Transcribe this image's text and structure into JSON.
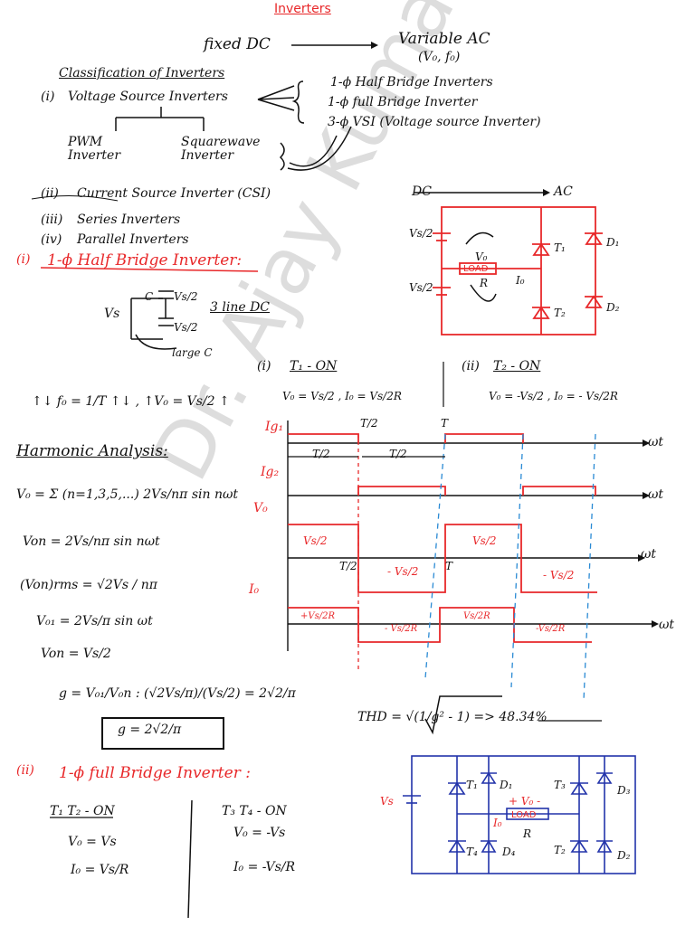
{
  "title": "Inverters",
  "intro": {
    "from": "fixed DC",
    "to": "Variable AC",
    "to_sub": "(V₀, f₀)"
  },
  "classification": {
    "heading": "Classification of Inverters",
    "items": [
      {
        "num": "(i)",
        "label": "Voltage Source Inverters"
      },
      {
        "num": "(ii)",
        "label": "Current Source Inverter (CSI)"
      },
      {
        "num": "(iii)",
        "label": "Series Inverters"
      },
      {
        "num": "(iv)",
        "label": "Parallel Inverters"
      }
    ],
    "vsi_types": [
      "1-ϕ Half Bridge Inverters",
      "1-ϕ full Bridge Inverter",
      "3-ϕ VSI (Voltage source Inverter)"
    ],
    "vsi_kinds": {
      "pwm": "PWM Inverter",
      "square": "Squarewave Inverter"
    }
  },
  "half_bridge": {
    "heading": "1-ϕ Half Bridge Inverter:",
    "num": "(i)",
    "vs": "Vs",
    "cap_labels": [
      "C",
      "Vs/2",
      "Vs/2"
    ],
    "three_line": "3 line DC",
    "large_c": "large C",
    "freq_relation": "↑↓ f₀ = 1/T ↑↓ , ↑V₀ = Vs/2 ↑",
    "circuit": {
      "dc": "DC",
      "ac": "AC",
      "top_src": "Vs/2",
      "bot_src": "Vs/2",
      "v0": "V₀",
      "load": "LOAD",
      "r": "R",
      "i0": "I₀",
      "t1": "T₁",
      "t2": "T₂",
      "d1": "D₁",
      "d2": "D₂"
    },
    "modes": [
      {
        "num": "(i)",
        "label": "T₁ - ON",
        "eq": "V₀ = Vs/2 , I₀ = Vs/2R"
      },
      {
        "num": "(ii)",
        "label": "T₂ - ON",
        "eq": "V₀ = -Vs/2 , I₀ = - Vs/2R"
      }
    ],
    "waveforms": {
      "ig1": "Ig₁",
      "ig2": "Ig₂",
      "vo": "V₀",
      "io": "I₀",
      "wt": "ωt",
      "t_half": "T/2",
      "t_full": "T",
      "vo_pos": "Vs/2",
      "vo_neg": "- Vs/2",
      "io_pos": "+Vs/2R",
      "io_neg": "- Vs/2R",
      "io_pos2": "Vs/2R",
      "io_neg2": "-Vs/2R"
    }
  },
  "harmonic": {
    "heading": "Harmonic Analysis:",
    "eqs": [
      "V₀ = Σ (n=1,3,5,...) 2Vs/nπ sin nωt",
      "Von = 2Vs/nπ sin nωt",
      "(Von)rms = √2Vs / nπ",
      "V₀₁ = 2Vs/π sin ωt",
      "Von = Vs/2",
      "g = V₀₁/V₀n : (√2Vs/π)/(Vs/2) = 2√2/π"
    ],
    "boxed": "g = 2√2/π",
    "thd": "THD = √(1/g² - 1) => 48.34%"
  },
  "full_bridge": {
    "num": "(ii)",
    "heading": "1-ϕ full Bridge Inverter :",
    "left": {
      "label": "T₁ T₂ - ON",
      "v": "V₀ = Vs",
      "i": "I₀ = Vs/R"
    },
    "right": {
      "label": "T₃ T₄ - ON",
      "v": "V₀ = -Vs",
      "i": "I₀ = -Vs/R"
    },
    "circuit": {
      "vs": "Vs",
      "t1": "T₁",
      "d1": "D₁",
      "t3": "T₃",
      "d3": "D₃",
      "t4": "T₄",
      "d4": "D₄",
      "t2": "T₂",
      "d2": "D₂",
      "load": "LOAD",
      "v0": "+ V₀ -",
      "i0": "I₀",
      "r": "R"
    }
  },
  "watermark": "Dr. Ajay Kumar"
}
